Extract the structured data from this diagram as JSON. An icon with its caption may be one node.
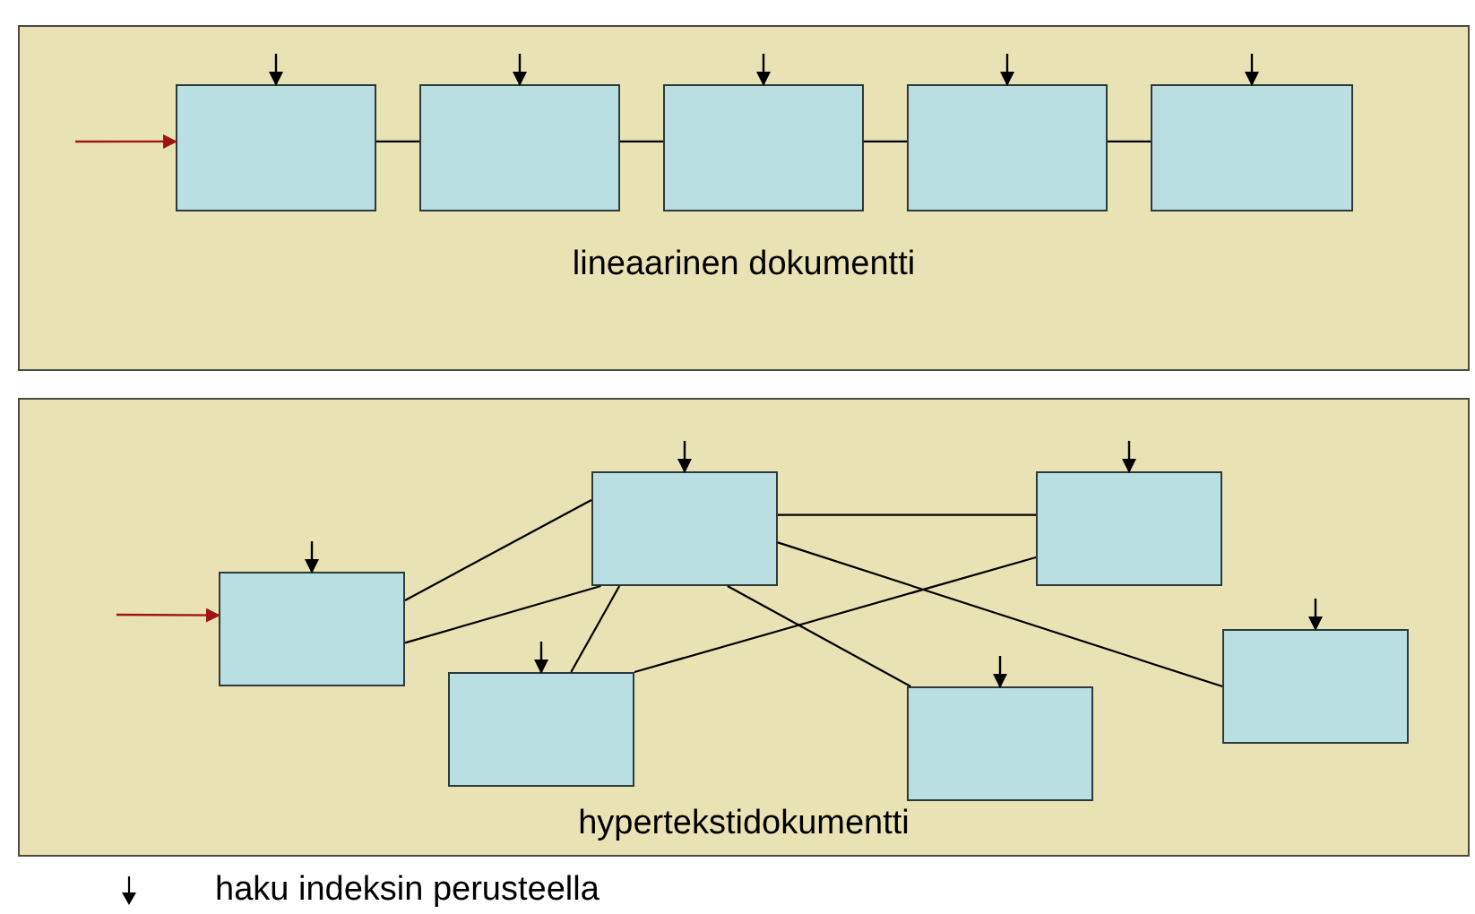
{
  "diagram": {
    "nodes": [
      {
        "text": [
          "lineaarinen dokumentti"
        ]
      },
      {
        "text": [],
        "shape": "box",
        "in": 0
      },
      {
        "text": [],
        "shape": "box",
        "in": 0
      },
      {
        "text": [],
        "shape": "box",
        "in": 0
      },
      {
        "text": [],
        "shape": "box",
        "in": 0
      },
      {
        "text": [],
        "shape": "box",
        "in": 0
      },
      {
        "text": [
          "hypertekstidokumentti"
        ]
      },
      {
        "text": [],
        "shape": "box",
        "in": 6
      },
      {
        "text": [],
        "shape": "box",
        "in": 6
      },
      {
        "text": [],
        "shape": "box",
        "in": 6
      },
      {
        "text": [],
        "shape": "box",
        "in": 6
      },
      {
        "text": [],
        "shape": "box",
        "in": 6
      },
      {
        "text": [],
        "shape": "box",
        "in": 6
      }
    ],
    "edges": [
      {
        "from": null,
        "to": 1,
        "arrow": "to",
        "color": "#a01414"
      },
      {
        "from": 1,
        "to": 2,
        "arrow": "none"
      },
      {
        "from": 2,
        "to": 3,
        "arrow": "none"
      },
      {
        "from": 3,
        "to": 4,
        "arrow": "none"
      },
      {
        "from": 4,
        "to": 5,
        "arrow": "none"
      },
      {
        "from": null,
        "to": 1,
        "arrow": "to"
      },
      {
        "from": null,
        "to": 2,
        "arrow": "to"
      },
      {
        "from": null,
        "to": 3,
        "arrow": "to"
      },
      {
        "from": null,
        "to": 4,
        "arrow": "to"
      },
      {
        "from": null,
        "to": 5,
        "arrow": "to"
      },
      {
        "from": null,
        "to": 7,
        "arrow": "to",
        "color": "#a01414"
      },
      {
        "from": 7,
        "to": 8,
        "arrow": "none"
      },
      {
        "from": 7,
        "to": 8,
        "arrow": "none"
      },
      {
        "from": 8,
        "to": 9,
        "arrow": "none"
      },
      {
        "from": 8,
        "to": 10,
        "arrow": "none"
      },
      {
        "from": 9,
        "to": 10,
        "arrow": "none"
      },
      {
        "from": 8,
        "to": 11,
        "arrow": "none"
      },
      {
        "from": 8,
        "to": 12,
        "arrow": "none"
      },
      {
        "from": null,
        "to": 7,
        "arrow": "to"
      },
      {
        "from": null,
        "to": 8,
        "arrow": "to"
      },
      {
        "from": null,
        "to": 9,
        "arrow": "to"
      },
      {
        "from": null,
        "to": 10,
        "arrow": "to"
      },
      {
        "from": null,
        "to": 11,
        "arrow": "to"
      },
      {
        "from": null,
        "to": 12,
        "arrow": "to"
      }
    ],
    "legend": [
      {
        "text": "haku indeksin perusteella"
      }
    ]
  }
}
